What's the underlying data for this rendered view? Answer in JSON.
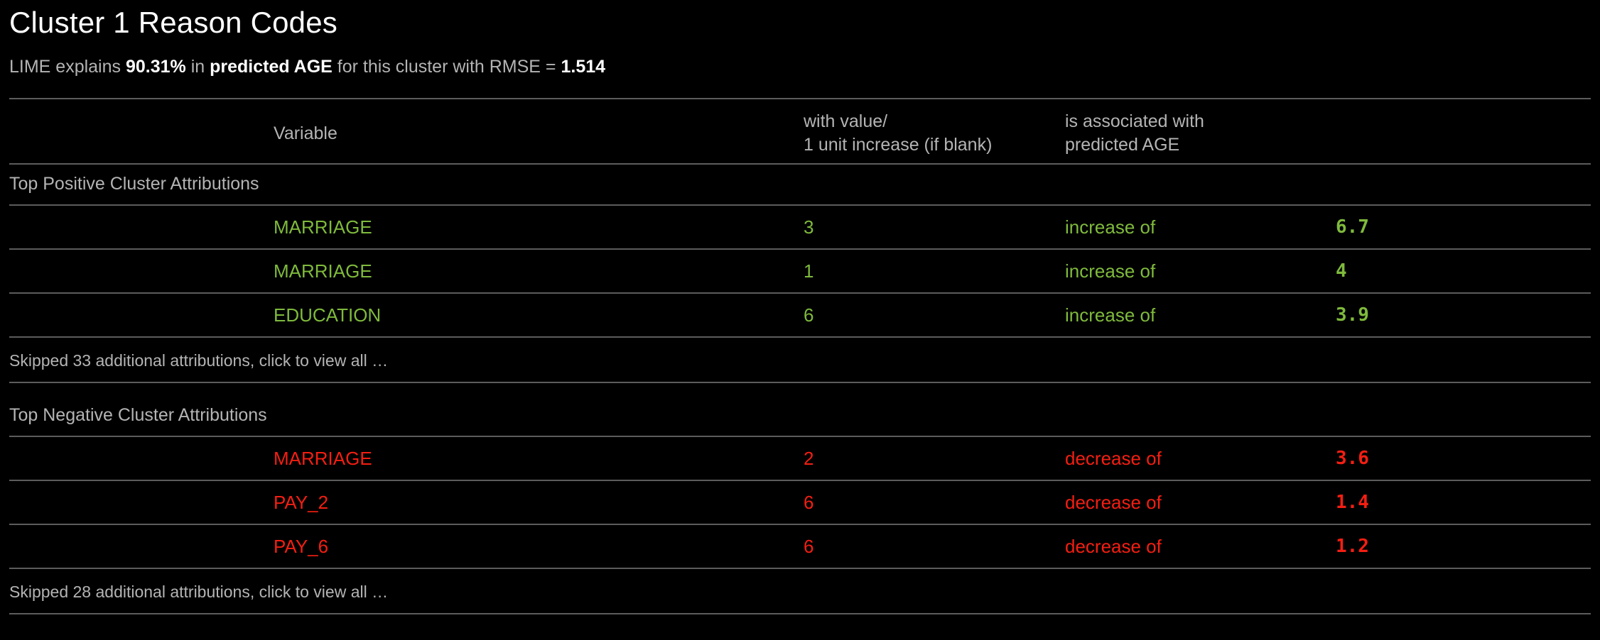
{
  "title": "Cluster 1 Reason Codes",
  "subtitle": {
    "pre": "LIME explains ",
    "percent": "90.31%",
    "mid1": " in ",
    "target": "predicted AGE",
    "mid2": " for this cluster with RMSE = ",
    "rmse": "1.514"
  },
  "colors": {
    "background": "#000000",
    "title": "#ffffff",
    "muted": "#b4b4b4",
    "divider": "#5c5c5c",
    "positive": "#7fba3c",
    "negative": "#f41e12"
  },
  "table": {
    "headers": {
      "indent": "",
      "variable": "Variable",
      "value": "with value/\n1 unit increase (if blank)",
      "association": "is associated with\npredicted AGE",
      "amount": ""
    },
    "sections": [
      {
        "title": "Top Positive Cluster Attributions",
        "polarity": "pos",
        "rows": [
          {
            "variable": "MARRIAGE",
            "value": "3",
            "association": "increase of",
            "amount": "6.7"
          },
          {
            "variable": "MARRIAGE",
            "value": "1",
            "association": "increase of",
            "amount": "4"
          },
          {
            "variable": "EDUCATION",
            "value": "6",
            "association": "increase of",
            "amount": "3.9"
          }
        ],
        "skipped": "Skipped 33 additional attributions, click to view all …"
      },
      {
        "title": "Top Negative Cluster Attributions",
        "polarity": "neg",
        "rows": [
          {
            "variable": "MARRIAGE",
            "value": "2",
            "association": "decrease of",
            "amount": "3.6"
          },
          {
            "variable": "PAY_2",
            "value": "6",
            "association": "decrease of",
            "amount": "1.4"
          },
          {
            "variable": "PAY_6",
            "value": "6",
            "association": "decrease of",
            "amount": "1.2"
          }
        ],
        "skipped": "Skipped 28 additional attributions, click to view all …"
      }
    ]
  }
}
